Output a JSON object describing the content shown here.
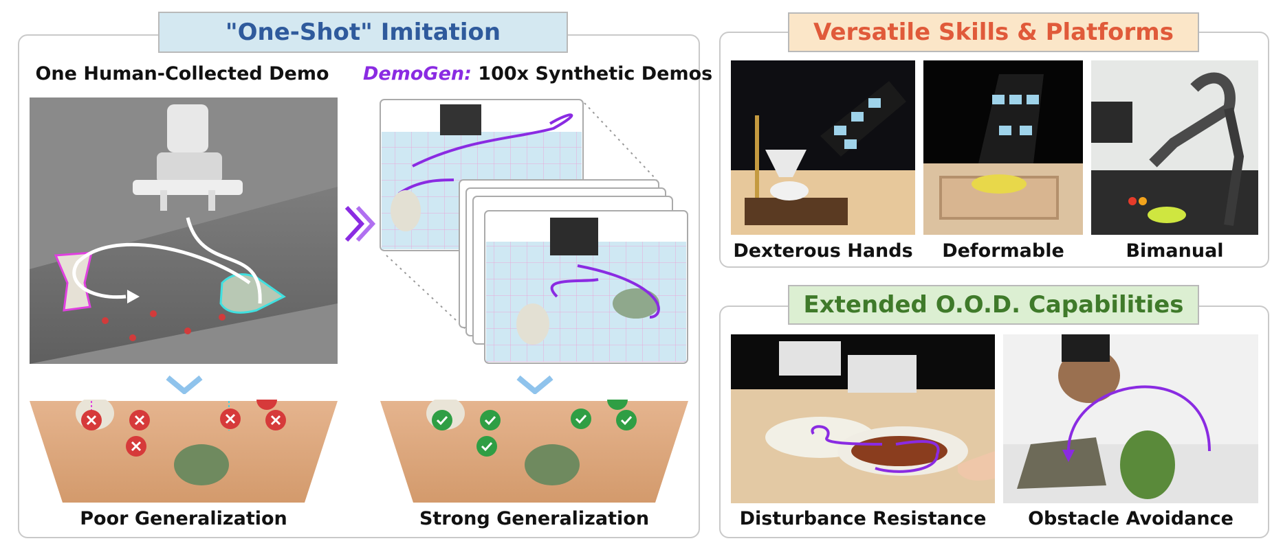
{
  "left_section": {
    "title": "\"One-Shot\" Imitation",
    "source_label": "One Human-Collected Demo",
    "demogen_brand": "DemoGen:",
    "demogen_rest": " 100x Synthetic Demos",
    "poor_label": "Poor Generalization",
    "strong_label": "Strong Generalization"
  },
  "skills_section": {
    "title": "Versatile Skills & Platforms",
    "items": [
      "Dexterous Hands",
      "Deformable",
      "Bimanual"
    ]
  },
  "ood_section": {
    "title": "Extended O.O.D. Capabilities",
    "items": [
      "Disturbance Resistance",
      "Obstacle Avoidance"
    ]
  },
  "colors": {
    "left_title": "#2f5a9c",
    "left_banner_bg": "#d4e8f1",
    "skills_title": "#e05a3a",
    "skills_banner_bg": "#fbe6c8",
    "ood_title": "#3f7a2a",
    "ood_banner_bg": "#dcefd2",
    "demogen": "#8a2be2",
    "trajectory": "#8a2be2",
    "fail_marker": "#d63a3a",
    "success_marker": "#2f9e44"
  },
  "icons": [
    "fail-pin-icon",
    "success-pin-icon",
    "chevron-down-icon",
    "double-chevron-right-icon"
  ]
}
